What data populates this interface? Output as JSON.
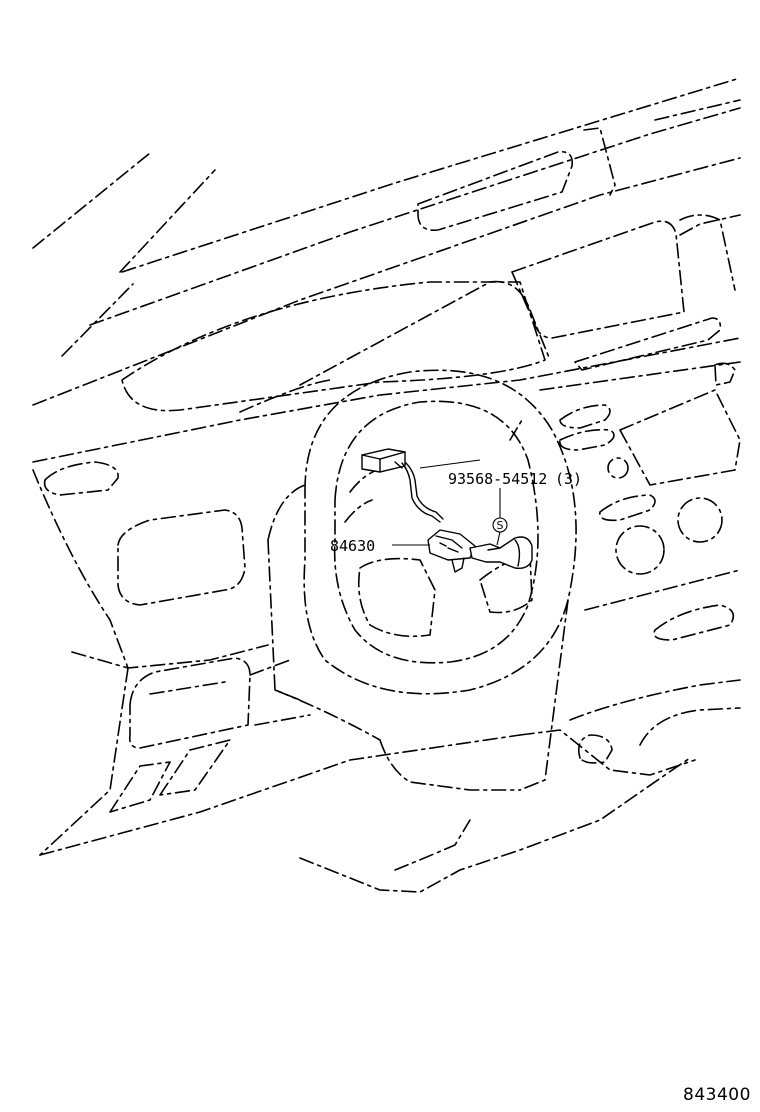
{
  "callouts": {
    "screw_part_number": "93568-54512",
    "screw_quantity": "(3)",
    "switch_part_number": "84630",
    "screw_symbol": "S"
  },
  "diagram_code": "843400"
}
